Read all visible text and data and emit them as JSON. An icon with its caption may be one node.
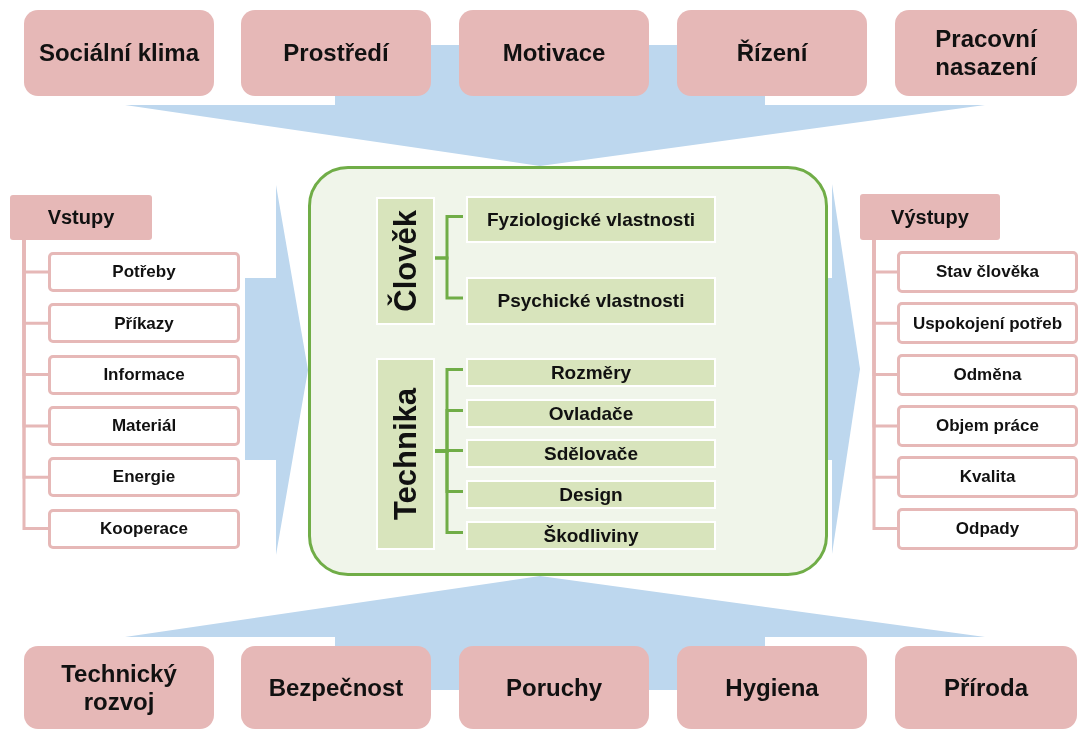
{
  "diagram": {
    "nodes": [
      {
        "text": [
          "Sociální klima"
        ]
      },
      {
        "text": [
          "Prostředí"
        ]
      },
      {
        "text": [
          "Motivace"
        ]
      },
      {
        "text": [
          "Řízení"
        ]
      },
      {
        "text": [
          "Pracovní nasazení"
        ]
      },
      {
        "text": [
          "Vstupy"
        ]
      },
      {
        "text": [
          "Potřeby"
        ]
      },
      {
        "text": [
          "Příkazy"
        ]
      },
      {
        "text": [
          "Informace"
        ]
      },
      {
        "text": [
          "Materiál"
        ]
      },
      {
        "text": [
          "Energie"
        ]
      },
      {
        "text": [
          "Kooperace"
        ]
      },
      {
        "text": [],
        "shape": "box"
      },
      {
        "text": [
          "Člověk"
        ],
        "in": 12
      },
      {
        "text": [
          "Fyziologické vlastnosti"
        ],
        "in": 12
      },
      {
        "text": [
          "Psychické vlastnosti"
        ],
        "in": 12
      },
      {
        "text": [
          "Technika"
        ],
        "in": 12
      },
      {
        "text": [
          "Rozměry"
        ],
        "in": 12
      },
      {
        "text": [
          "Ovladače"
        ],
        "in": 12
      },
      {
        "text": [
          "Sdělovače"
        ],
        "in": 12
      },
      {
        "text": [
          "Design"
        ],
        "in": 12
      },
      {
        "text": [
          "Škodliviny"
        ],
        "in": 12
      },
      {
        "text": [
          "Výstupy"
        ]
      },
      {
        "text": [
          "Stav člověka"
        ]
      },
      {
        "text": [
          "Uspokojení potřeb"
        ]
      },
      {
        "text": [
          "Odměna"
        ]
      },
      {
        "text": [
          "Objem práce"
        ]
      },
      {
        "text": [
          "Kvalita"
        ]
      },
      {
        "text": [
          "Odpady"
        ]
      },
      {
        "text": [
          "Technický rozvoj"
        ]
      },
      {
        "text": [
          "Bezpečnost"
        ]
      },
      {
        "text": [
          "Poruchy"
        ]
      },
      {
        "text": [
          "Hygiena"
        ]
      },
      {
        "text": [
          "Příroda"
        ]
      }
    ],
    "edges": [
      {
        "from": 0,
        "to": 12,
        "arrow": "to"
      },
      {
        "from": 1,
        "to": 12,
        "arrow": "to"
      },
      {
        "from": 2,
        "to": 12,
        "arrow": "to"
      },
      {
        "from": 3,
        "to": 12,
        "arrow": "to"
      },
      {
        "from": 4,
        "to": 12,
        "arrow": "to"
      },
      {
        "from": 5,
        "to": 12,
        "arrow": "to"
      },
      {
        "from": 12,
        "to": 22,
        "arrow": "to",
        "style": "thick"
      },
      {
        "from": 29,
        "to": 12,
        "arrow": "to"
      },
      {
        "from": 30,
        "to": 12,
        "arrow": "to"
      },
      {
        "from": 31,
        "to": 12,
        "arrow": "to"
      },
      {
        "from": 32,
        "to": 12,
        "arrow": "to"
      },
      {
        "from": 33,
        "to": 12,
        "arrow": "to"
      },
      {
        "from": 5,
        "to": 6,
        "arrow": "none"
      },
      {
        "from": 5,
        "to": 7,
        "arrow": "none"
      },
      {
        "from": 5,
        "to": 8,
        "arrow": "none"
      },
      {
        "from": 5,
        "to": 9,
        "arrow": "none"
      },
      {
        "from": 5,
        "to": 10,
        "arrow": "none"
      },
      {
        "from": 5,
        "to": 11,
        "arrow": "none"
      },
      {
        "from": 13,
        "to": 14,
        "arrow": "none",
        "color": "#70ad47"
      },
      {
        "from": 13,
        "to": 15,
        "arrow": "none",
        "color": "#70ad47"
      },
      {
        "from": 16,
        "to": 17,
        "arrow": "none",
        "color": "#70ad47"
      },
      {
        "from": 16,
        "to": 18,
        "arrow": "none",
        "color": "#70ad47"
      },
      {
        "from": 16,
        "to": 19,
        "arrow": "none",
        "color": "#70ad47"
      },
      {
        "from": 16,
        "to": 20,
        "arrow": "none",
        "color": "#70ad47"
      },
      {
        "from": 16,
        "to": 21,
        "arrow": "none",
        "color": "#70ad47"
      },
      {
        "from": 22,
        "to": 23,
        "arrow": "none"
      },
      {
        "from": 22,
        "to": 24,
        "arrow": "none"
      },
      {
        "from": 22,
        "to": 25,
        "arrow": "none"
      },
      {
        "from": 22,
        "to": 26,
        "arrow": "none"
      },
      {
        "from": 22,
        "to": 27,
        "arrow": "none"
      },
      {
        "from": 22,
        "to": 28,
        "arrow": "none"
      }
    ]
  }
}
